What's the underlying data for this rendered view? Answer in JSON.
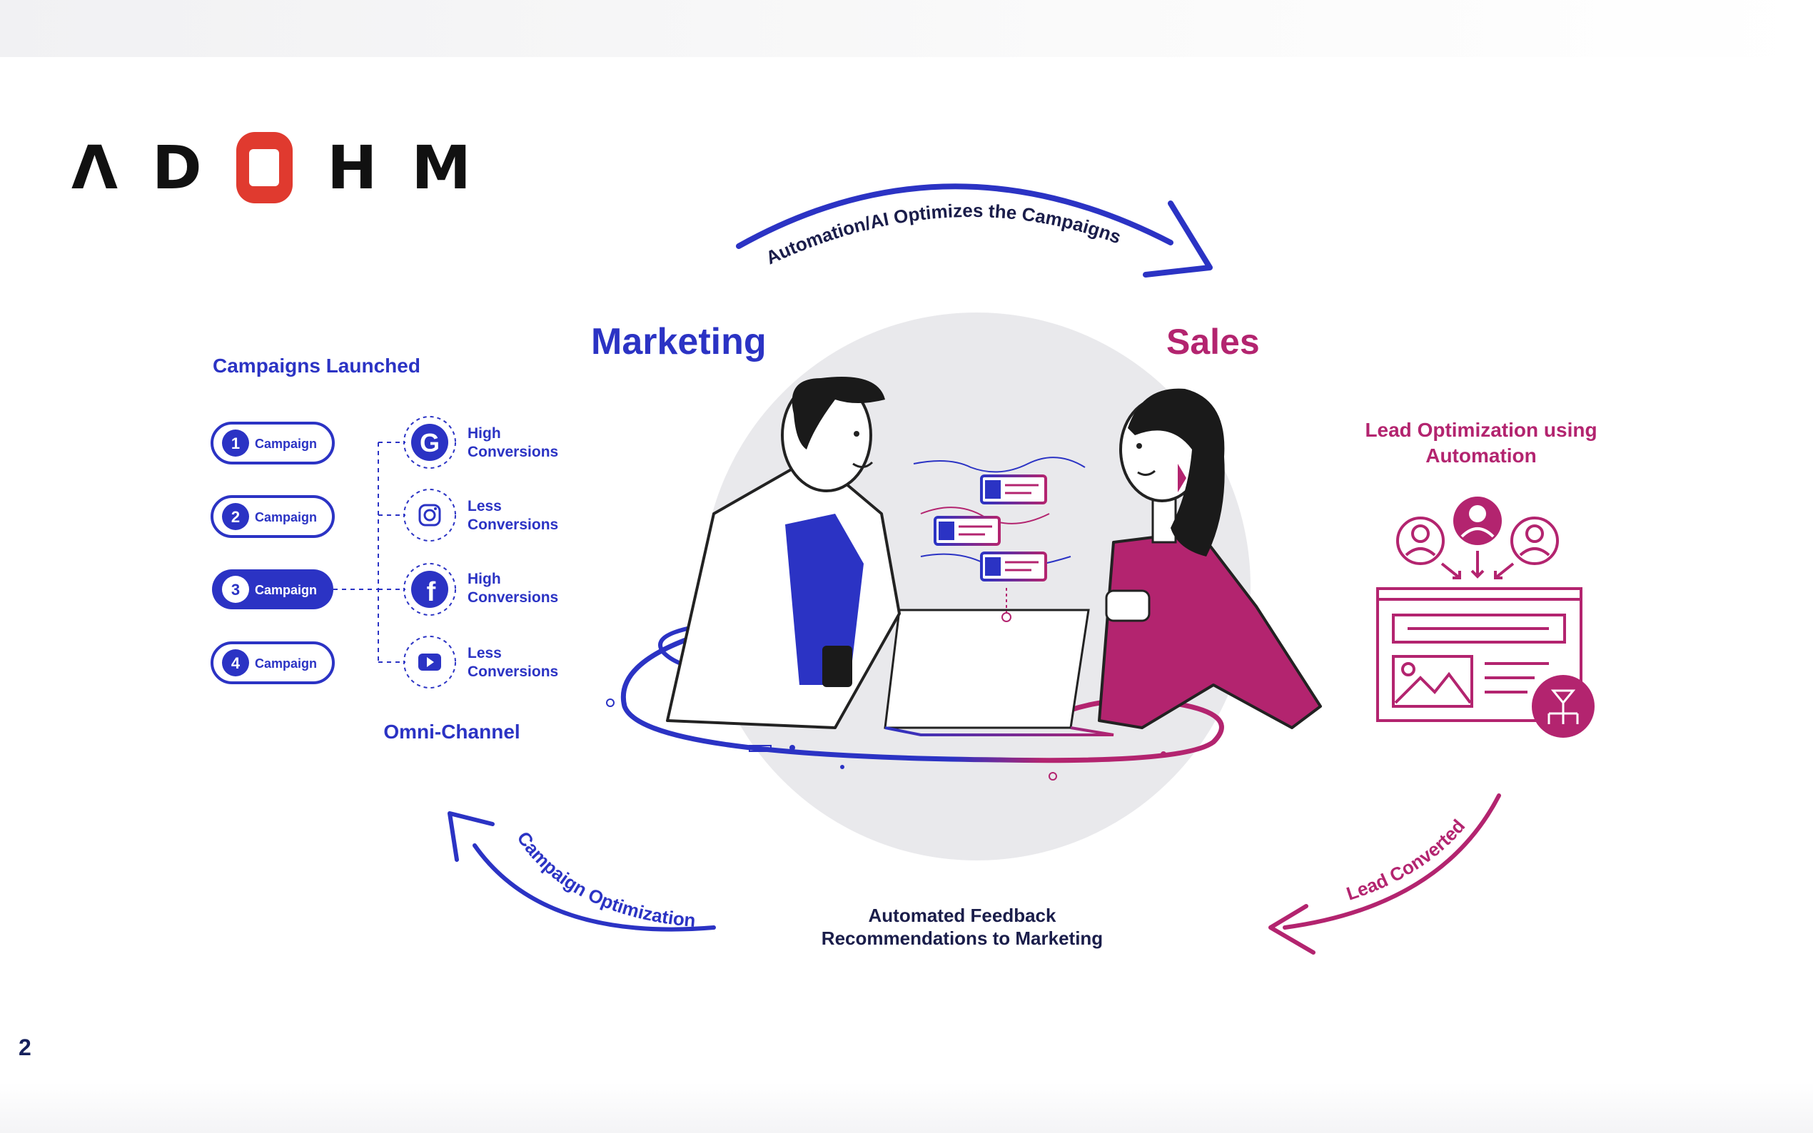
{
  "logo": {
    "letters": [
      "Λ",
      "D",
      "O",
      "H",
      "M"
    ]
  },
  "page_number": "2",
  "colors": {
    "blue": "#2b33c4",
    "magenta": "#b3246f",
    "logo_red": "#e03a2f",
    "dark": "#1a1d4a"
  },
  "top_arrow_label": "Automation/AI Optimizes the Campaigns",
  "marketing_label": "Marketing",
  "sales_label": "Sales",
  "campaigns": {
    "title": "Campaigns Launched",
    "items": [
      {
        "num": "1",
        "label": "Campaign"
      },
      {
        "num": "2",
        "label": "Campaign"
      },
      {
        "num": "3",
        "label": "Campaign"
      },
      {
        "num": "4",
        "label": "Campaign"
      }
    ]
  },
  "channels": [
    {
      "icon": "google-icon",
      "line1": "High",
      "line2": "Conversions"
    },
    {
      "icon": "instagram-icon",
      "line1": "Less",
      "line2": "Conversions"
    },
    {
      "icon": "facebook-icon",
      "line1": "High",
      "line2": "Conversions"
    },
    {
      "icon": "youtube-icon",
      "line1": "Less",
      "line2": "Conversions"
    }
  ],
  "omni_label": "Omni-Channel",
  "lead_opt": {
    "line1": "Lead Optimization using",
    "line2": "Automation"
  },
  "lead_converted": "Lead Converted",
  "feedback": {
    "line1": "Automated Feedback",
    "line2": "Recommendations to Marketing"
  },
  "campaign_optimization": "Campaign Optimization"
}
